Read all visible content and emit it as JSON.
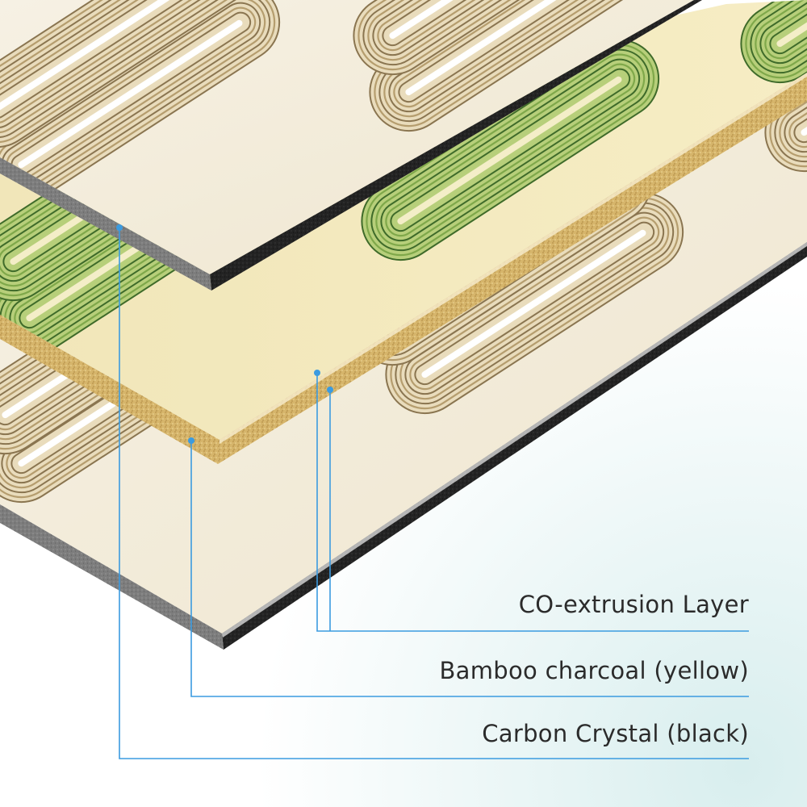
{
  "labels": {
    "coextrusion": "CO-extrusion Layer",
    "bamboo": "Bamboo charcoal (yellow)",
    "carbon": "Carbon Crystal (black)"
  },
  "colors": {
    "leader_line": "#3b9be0",
    "carbon_core": "#1e1e1e",
    "bamboo_core": "#d8b668",
    "groove_beige": "#d8c39a",
    "groove_green": "#8fb44e",
    "background_glow": "#dff0f0"
  }
}
